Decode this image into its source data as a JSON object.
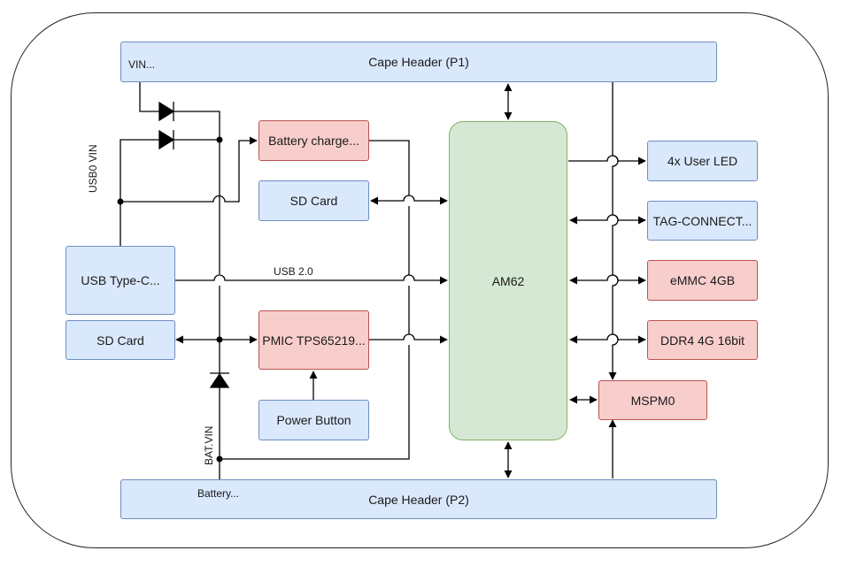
{
  "blocks": {
    "cape_p1": "Cape Header (P1)",
    "cape_p2": "Cape Header (P2)",
    "battery_charge": "Battery charge...",
    "sd_card_mid": "SD Card",
    "usb_typec": "USB Type-C...",
    "sd_card_left": "SD Card",
    "pmic": "PMIC TPS65219...",
    "power_button": "Power Button",
    "am62": "AM62",
    "user_led": "4x User LED",
    "tag_connect": "TAG-CONNECT...",
    "emmc": "eMMC 4GB",
    "ddr4": "DDR4 4G 16bit",
    "mspm0": "MSPM0"
  },
  "labels": {
    "vin": "VIN...",
    "usb0_vin": "USB0 VIN",
    "usb20": "USB 2.0",
    "bat_vin": "BAT.VIN",
    "battery": "Battery..."
  },
  "colors": {
    "blue_fill": "#dae8fc",
    "red_fill": "#f8cecc",
    "green_fill": "#d5e8d4",
    "line": "#000000"
  }
}
